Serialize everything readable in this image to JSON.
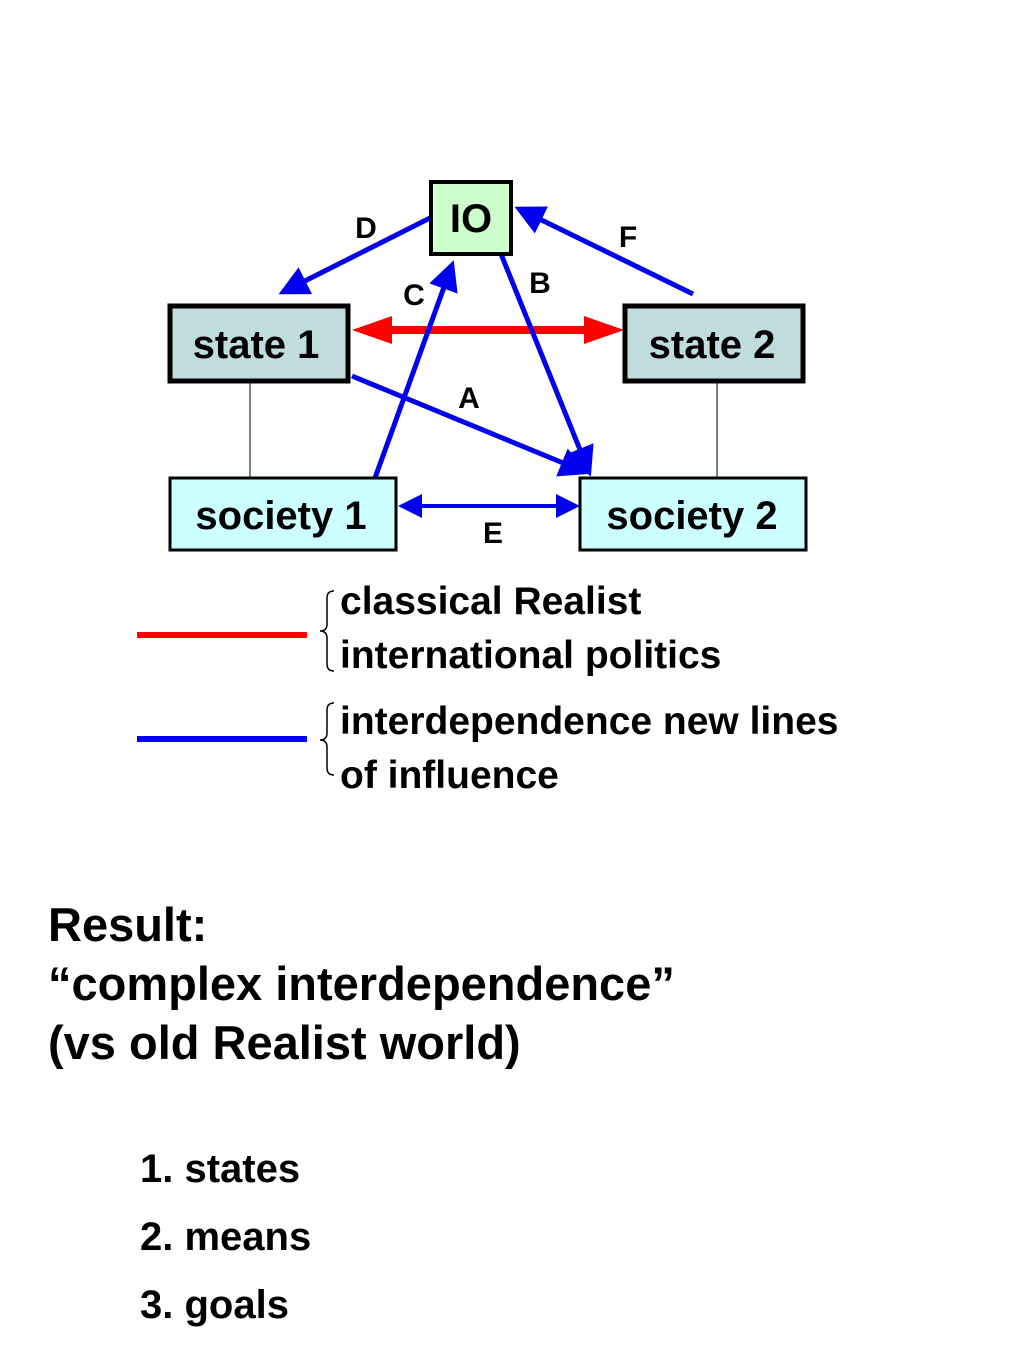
{
  "colors": {
    "realist": "#ff0000",
    "interdependence": "#0000ee",
    "io_fill": "#ccffcc",
    "state_fill": "#c0dcdc",
    "society_fill": "#ccffff"
  },
  "nodes": {
    "io": "IO",
    "state1": "state 1",
    "state2": "state 2",
    "society1": "society 1",
    "society2": "society 2"
  },
  "edges": {
    "a": "A",
    "b": "B",
    "c": "C",
    "d": "D",
    "e": "E",
    "f": "F"
  },
  "legend": {
    "realist_line1": "classical Realist",
    "realist_line2": "international politics",
    "interdependence_line1": "interdependence new lines",
    "interdependence_line2": "of influence"
  },
  "result": {
    "line1": "Result:",
    "line2": "“complex interdependence”",
    "line3": "(vs old Realist world)"
  },
  "list": [
    "1. states",
    "2. means",
    "3. goals"
  ]
}
